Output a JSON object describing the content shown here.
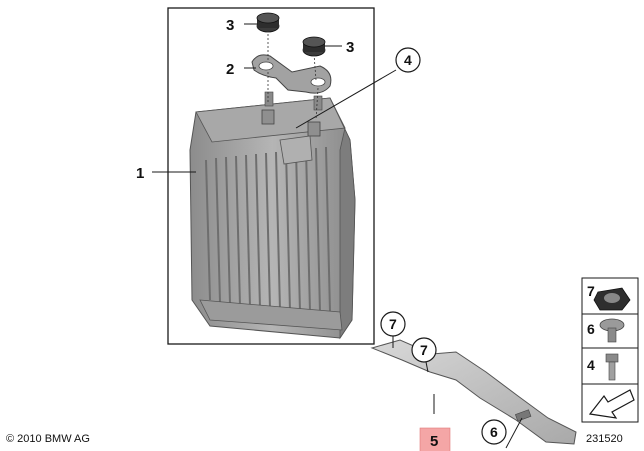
{
  "callouts": {
    "radiator": "1",
    "bracket": "2",
    "grommet_left": "3",
    "grommet_right": "3",
    "pipe_connector": "4",
    "support_arm": "5",
    "support_screw": "6",
    "support_nut_left": "7",
    "support_nut_right": "7"
  },
  "legend": {
    "item_nut": "7",
    "item_screw": "6",
    "item_bolt": "4"
  },
  "footer": {
    "copyright": "© 2010 BMW AG",
    "diagram_id": "231520"
  },
  "colors": {
    "line": "#1a1a1a",
    "part_grey": "#9a9a9a",
    "part_dark": "#555555",
    "highlight": "#f4a6a6"
  }
}
